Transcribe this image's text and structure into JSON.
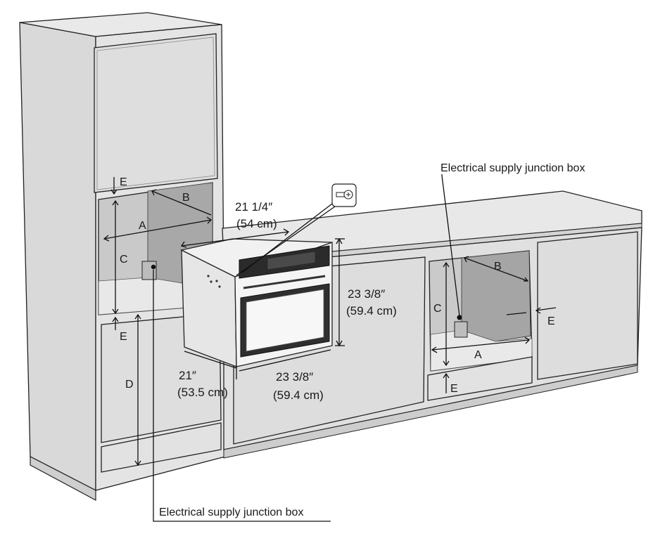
{
  "callouts": {
    "junction_box_right": "Electrical supply junction box",
    "junction_box_bottom": "Electrical supply junction box"
  },
  "oven_dims": {
    "top_width": "21 1/4″",
    "top_width_cm": "(54 cm)",
    "height": "23 3/8″",
    "height_cm": "(59.4 cm)",
    "depth": "21″",
    "depth_cm": "(53.5 cm)",
    "front_width": "23 3/8″",
    "front_width_cm": "(59.4 cm)"
  },
  "tall_cabinet_letters": {
    "e_top": "E",
    "b": "B",
    "a": "A",
    "c": "C",
    "e_bottom": "E",
    "d": "D"
  },
  "base_cabinet_letters": {
    "b": "B",
    "c": "C",
    "e_side": "E",
    "a": "A",
    "e_bottom": "E"
  },
  "screw_icon": "screw-icon"
}
